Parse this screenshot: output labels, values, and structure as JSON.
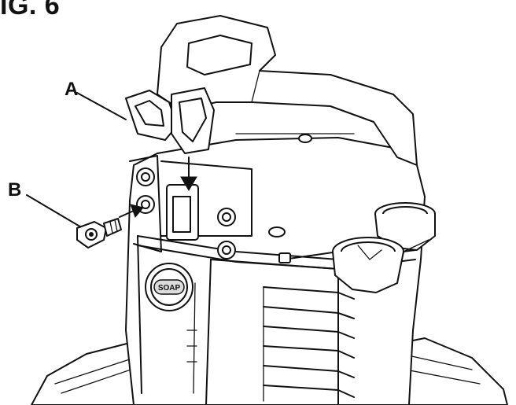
{
  "figure": {
    "title": "IG. 6"
  },
  "callouts": {
    "a": "A",
    "b": "B"
  },
  "parts": {
    "soap_cap_text": "SOAP"
  },
  "icons": {
    "arrow_a": "arrow-down-icon",
    "arrow_b": "arrow-right-icon"
  },
  "colors": {
    "line": "#111111",
    "background": "#ffffff",
    "shade": "#dcdcdc"
  }
}
